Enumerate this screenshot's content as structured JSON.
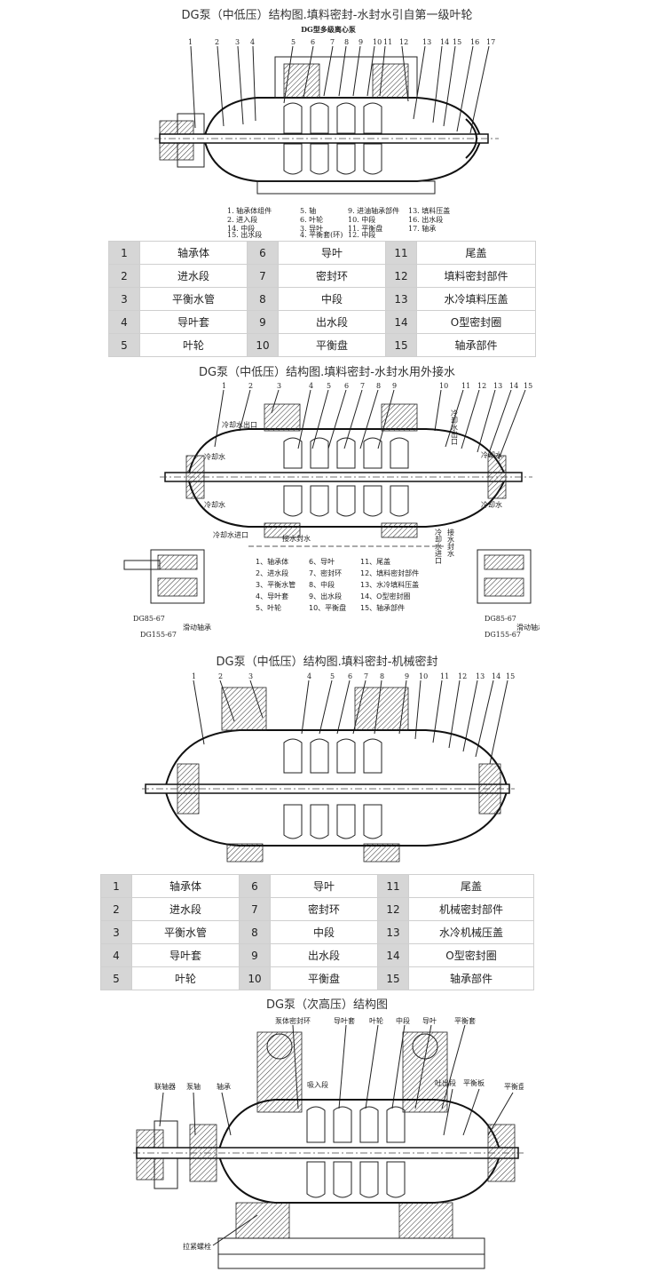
{
  "sections": [
    {
      "title": "DG泵（中低压）结构图.填料密封-水封水引自第一级叶轮"
    },
    {
      "title": "DG泵（中低压）结构图.填料密封-水封水用外接水"
    },
    {
      "title": "DG泵（中低压）结构图.填料密封-机械密封"
    },
    {
      "title": "DG泵（次高压）结构图"
    }
  ],
  "fig1": {
    "header": "DG型多级离心泵",
    "numbers": [
      "1",
      "2",
      "3",
      "4",
      "5",
      "6",
      "7",
      "8",
      "9",
      "10",
      "11",
      "12",
      "13",
      "14",
      "15",
      "16",
      "17"
    ],
    "legend": [
      "1. 轴承体组件",
      "5. 轴",
      "9. 进油轴承部件",
      "13. 填料压盖",
      "2. 进入段",
      "6. 叶轮",
      "10. 中段",
      "14. 中段",
      "3. 导叶",
      "11. 平衡盘",
      "15. 出水段",
      "4. 平衡套(环)",
      "12. 中段",
      "16. 出水段",
      "17. 轴承"
    ]
  },
  "table1": [
    [
      {
        "n": "1",
        "t": "轴承体"
      },
      {
        "n": "6",
        "t": "导叶"
      },
      {
        "n": "11",
        "t": "尾盖"
      }
    ],
    [
      {
        "n": "2",
        "t": "进水段"
      },
      {
        "n": "7",
        "t": "密封环"
      },
      {
        "n": "12",
        "t": "填料密封部件"
      }
    ],
    [
      {
        "n": "3",
        "t": "平衡水管"
      },
      {
        "n": "8",
        "t": "中段"
      },
      {
        "n": "13",
        "t": "水冷填料压盖"
      }
    ],
    [
      {
        "n": "4",
        "t": "导叶套"
      },
      {
        "n": "9",
        "t": "出水段"
      },
      {
        "n": "14",
        "t": "O型密封圈"
      }
    ],
    [
      {
        "n": "5",
        "t": "叶轮"
      },
      {
        "n": "10",
        "t": "平衡盘"
      },
      {
        "n": "15",
        "t": "轴承部件"
      }
    ]
  ],
  "fig2": {
    "numbers": [
      "1",
      "2",
      "3",
      "4",
      "5",
      "6",
      "7",
      "8",
      "9",
      "10",
      "11",
      "12",
      "13",
      "14",
      "15"
    ],
    "labels": {
      "cool_out_l": "冷却水出口",
      "cool_l1": "冷却水",
      "cool_l2": "冷却水",
      "cool_in_l": "冷却水进口",
      "seal_water": "接水封水",
      "cool_out_r": "冷却水出口",
      "cool_r1": "冷却水",
      "cool_r2": "冷却水",
      "seal_water_r": "接水封水",
      "cool_in_r": "冷却水进口",
      "model_l1": "DG85-67",
      "model_l2": "DG155-67",
      "bearing_l": "滑动轴承",
      "model_r1": "DG85-67",
      "model_r2": "DG155-67",
      "bearing_r": "滑动轴承"
    },
    "legend": [
      "1、轴承体",
      "6、导叶",
      "11、尾盖",
      "2、进水段",
      "7、密封环",
      "12、填料密封部件",
      "3、平衡水管",
      "8、中段",
      "13、水冷填料压盖",
      "4、导叶套",
      "9、出水段",
      "14、O型密封圈",
      "5、叶轮",
      "10、平衡盘",
      "15、轴承部件"
    ]
  },
  "fig3": {
    "numbers": [
      "1",
      "2",
      "3",
      "4",
      "5",
      "6",
      "7",
      "8",
      "9",
      "10",
      "11",
      "12",
      "13",
      "14",
      "15"
    ]
  },
  "table2": [
    [
      {
        "n": "1",
        "t": "轴承体"
      },
      {
        "n": "6",
        "t": "导叶"
      },
      {
        "n": "11",
        "t": "尾盖"
      }
    ],
    [
      {
        "n": "2",
        "t": "进水段"
      },
      {
        "n": "7",
        "t": "密封环"
      },
      {
        "n": "12",
        "t": "机械密封部件"
      }
    ],
    [
      {
        "n": "3",
        "t": "平衡水管"
      },
      {
        "n": "8",
        "t": "中段"
      },
      {
        "n": "13",
        "t": "水冷机械压盖"
      }
    ],
    [
      {
        "n": "4",
        "t": "导叶套"
      },
      {
        "n": "9",
        "t": "出水段"
      },
      {
        "n": "14",
        "t": "O型密封圈"
      }
    ],
    [
      {
        "n": "5",
        "t": "叶轮"
      },
      {
        "n": "10",
        "t": "平衡盘"
      },
      {
        "n": "15",
        "t": "轴承部件"
      }
    ]
  ],
  "fig4": {
    "labels": {
      "a": "泵体密封环",
      "b": "导叶套",
      "c": "叶轮",
      "d": "中段",
      "e": "导叶",
      "f": "平衡套",
      "g": "联轴器",
      "h": "泵轴",
      "i": "轴承",
      "j": "吸入段",
      "k": "吐出段",
      "l": "平衡板",
      "m": "平衡盘",
      "n": "拉紧螺栓"
    }
  }
}
